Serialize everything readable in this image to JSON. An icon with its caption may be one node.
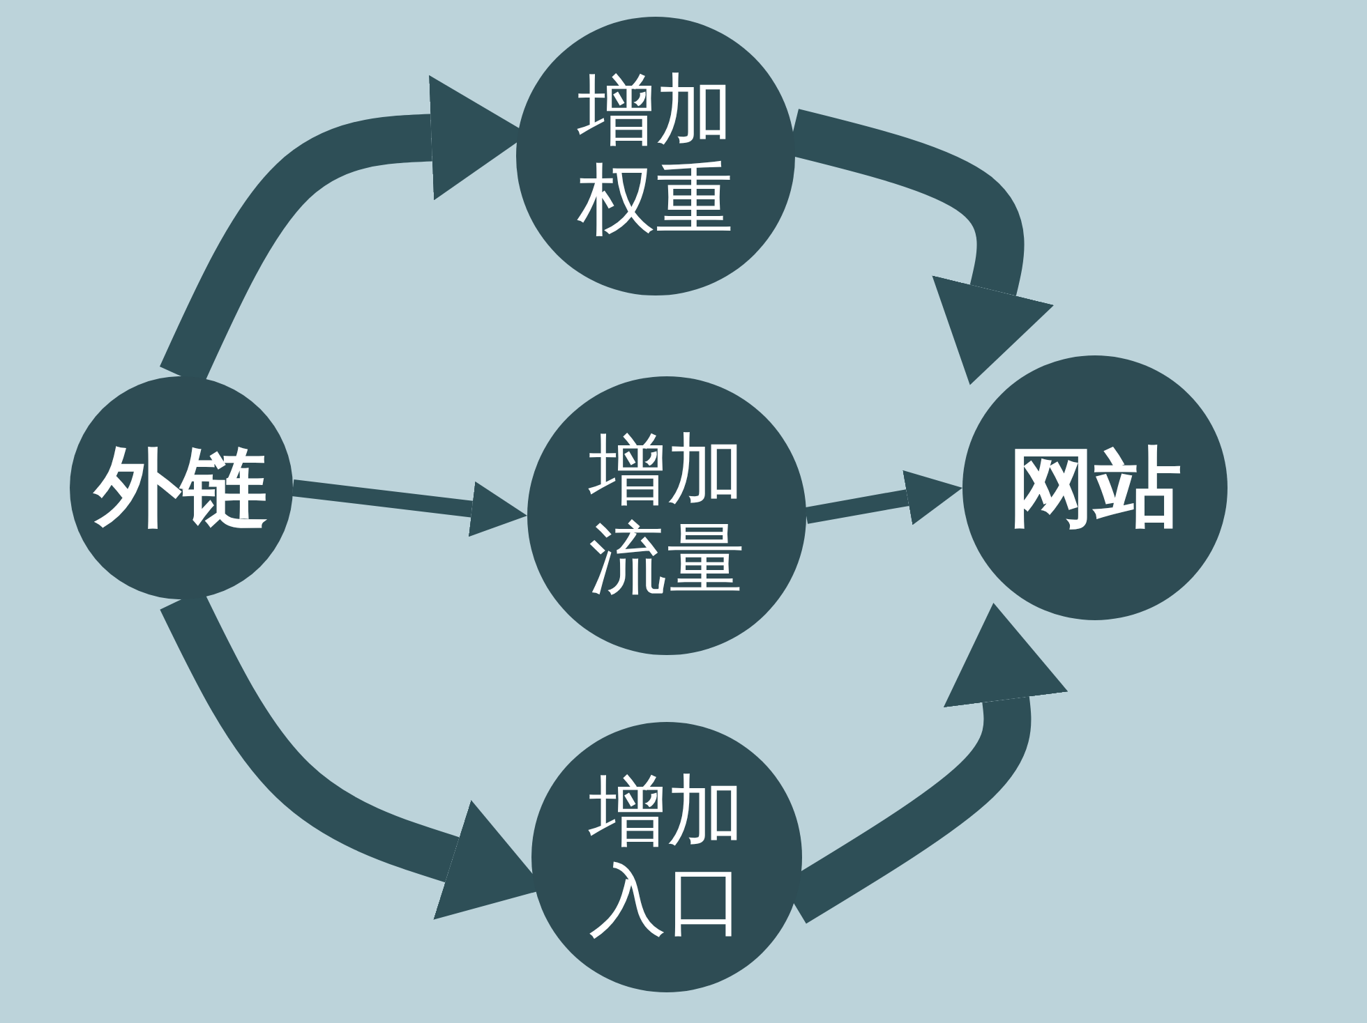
{
  "diagram": {
    "nodes": [
      {
        "text": [
          "外链"
        ]
      },
      {
        "text": [
          "增加权重"
        ]
      },
      {
        "text": [
          "增加流量"
        ]
      },
      {
        "text": [
          "增加入口"
        ]
      },
      {
        "text": [
          "网站"
        ]
      }
    ],
    "edges": [
      {
        "from": 0,
        "to": 1,
        "arrow": "to"
      },
      {
        "from": 1,
        "to": 4,
        "arrow": "to"
      },
      {
        "from": 0,
        "to": 2,
        "arrow": "to"
      },
      {
        "from": 2,
        "to": 4,
        "arrow": "to"
      },
      {
        "from": 0,
        "to": 3,
        "arrow": "to"
      },
      {
        "from": 3,
        "to": 4,
        "arrow": "to"
      }
    ]
  }
}
